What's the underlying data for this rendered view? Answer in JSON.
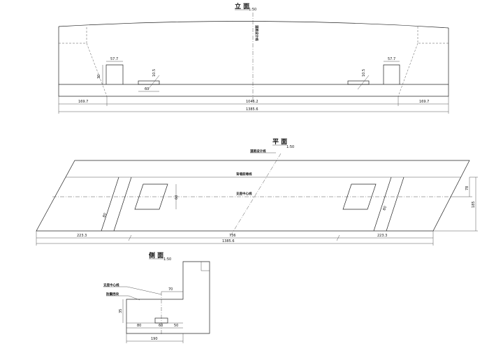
{
  "elevation": {
    "title": "立 面",
    "scale": "1:50",
    "centerline_label": "道路设计线",
    "dims": {
      "block_width": "57.7",
      "block_height": "30",
      "pad_height": "10.5",
      "pad_width": "60",
      "left_end": "169.7",
      "middle": "1046.2",
      "right_end": "169.7",
      "total": "1385.6"
    }
  },
  "plan": {
    "title": "平 面",
    "scale": "1:50",
    "road_design_line": "道路设计线",
    "backwall_line": "背墙前缘线",
    "bearing_centerline": "支座中心线",
    "dims": {
      "pad": "60",
      "skew_left": "80",
      "skew_right": "80",
      "left_end": "223.3",
      "middle": "736",
      "right_end": "223.3",
      "total": "1385.6",
      "height_upper": "78",
      "height_total": "185"
    }
  },
  "side": {
    "title": "侧 面",
    "scale": "1:50",
    "bearing_centerline": "支座中心线",
    "shear_block": "防震挡块",
    "dims": {
      "top_offset": "70",
      "left_height": "35",
      "bottom_a": "80",
      "bottom_b": "60",
      "bottom_c": "50",
      "total": "190"
    }
  }
}
